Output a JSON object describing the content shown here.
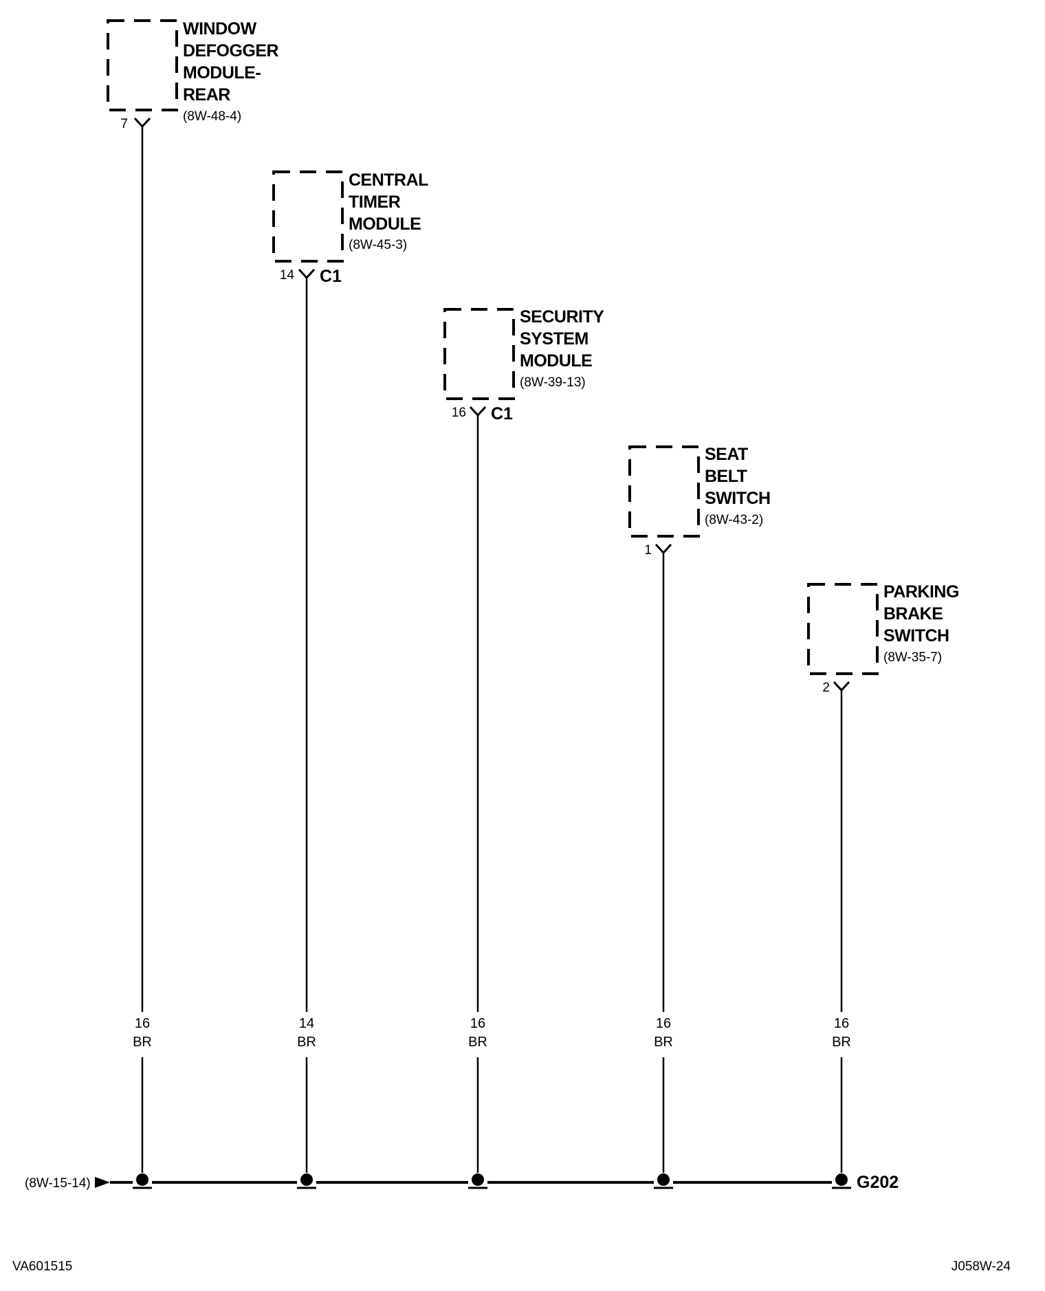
{
  "components": [
    {
      "name_lines": [
        "WINDOW",
        "DEFOGGER",
        "MODULE-",
        "REAR"
      ],
      "ref": "(8W-48-4)",
      "pin": "7",
      "connector": "",
      "wire": {
        "gauge": "16",
        "color": "BR"
      }
    },
    {
      "name_lines": [
        "CENTRAL",
        "TIMER",
        "MODULE"
      ],
      "ref": "(8W-45-3)",
      "pin": "14",
      "connector": "C1",
      "wire": {
        "gauge": "14",
        "color": "BR"
      }
    },
    {
      "name_lines": [
        "SECURITY",
        "SYSTEM",
        "MODULE"
      ],
      "ref": "(8W-39-13)",
      "pin": "16",
      "connector": "C1",
      "wire": {
        "gauge": "16",
        "color": "BR"
      }
    },
    {
      "name_lines": [
        "SEAT",
        "BELT",
        "SWITCH"
      ],
      "ref": "(8W-43-2)",
      "pin": "1",
      "connector": "",
      "wire": {
        "gauge": "16",
        "color": "BR"
      }
    },
    {
      "name_lines": [
        "PARKING",
        "BRAKE",
        "SWITCH"
      ],
      "ref": "(8W-35-7)",
      "pin": "2",
      "connector": "",
      "wire": {
        "gauge": "16",
        "color": "BR"
      }
    }
  ],
  "ground": {
    "label": "G202",
    "incoming_ref": "(8W-15-14)"
  },
  "footer": {
    "left_code": "VA601515",
    "right_code": "J058W-24"
  }
}
